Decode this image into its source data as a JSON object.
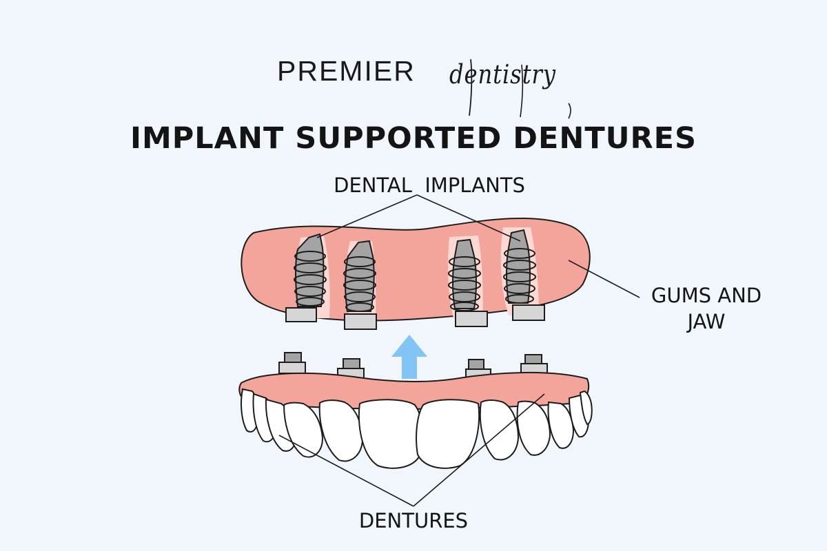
{
  "brand": {
    "name_print": "PREMIER",
    "name_script": "dentistry"
  },
  "title": "IMPLANT SUPPORTED DENTURES",
  "labels": {
    "implants": "DENTAL  IMPLANTS",
    "gums_line1": "GUMS AND",
    "gums_line2": "JAW",
    "dentures": "DENTURES"
  },
  "colors": {
    "background": "#f1f6fd",
    "gum": "#f3a49b",
    "gum_light": "#fbd8d2",
    "implant": "#a4a4a4",
    "abutment": "#d6d6d6",
    "tooth": "#ffffff",
    "arrow": "#82c4f4",
    "outline": "#1c1c1c"
  },
  "icons": [
    "upward-arrow-icon"
  ]
}
